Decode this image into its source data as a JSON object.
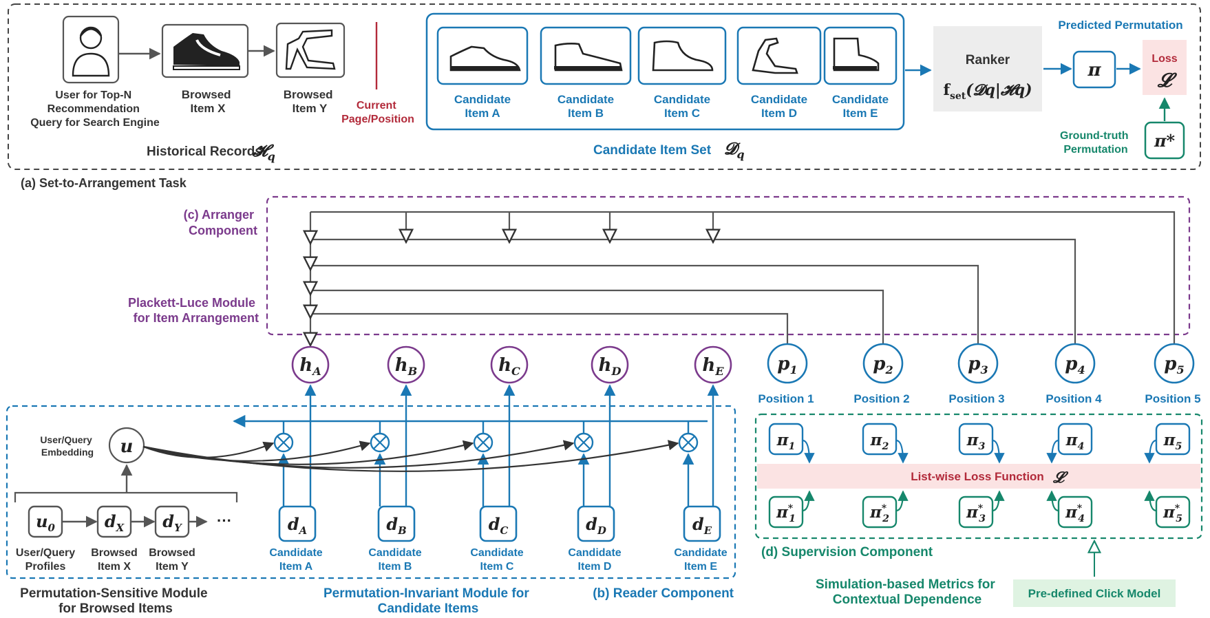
{
  "colors": {
    "gray": "#555555",
    "dark": "#333333",
    "blue": "#1a78b4",
    "purple": "#7b3a8c",
    "red": "#b22a3a",
    "green": "#16876b",
    "loss_bg": "#fbe3e3",
    "ranker_bg": "#ededed",
    "click_bg": "#dff3e2"
  },
  "top": {
    "user_caption": [
      "User for Top-N",
      "Recommendation",
      "Query for Search Engine"
    ],
    "browsed_x": [
      "Browsed",
      "Item X"
    ],
    "browsed_y": [
      "Browsed",
      "Item Y"
    ],
    "current": [
      "Current",
      "Page/Position"
    ],
    "candidates": [
      [
        "Candidate",
        "Item A"
      ],
      [
        "Candidate",
        "Item B"
      ],
      [
        "Candidate",
        "Item C"
      ],
      [
        "Candidate",
        "Item D"
      ],
      [
        "Candidate",
        "Item E"
      ]
    ],
    "historical_label": "Historical Records",
    "historical_symbol": "𝓗",
    "historical_sub": "q",
    "candidate_set_label": "Candidate Item Set",
    "candidate_set_symbol": "𝓓",
    "candidate_set_sub": "q",
    "ranker_label": "Ranker",
    "ranker_formula": "f",
    "ranker_formula_sub": "set",
    "ranker_formula_args": "(𝓓q|𝓗q)",
    "predicted_label": "Predicted Permutation",
    "pi": "π",
    "loss_label": "Loss",
    "loss_symbol": "𝓛",
    "ground_truth": [
      "Ground-truth",
      "Permutation"
    ],
    "pi_star": "π*",
    "task_caption": "(a) Set-to-Arrangement Task"
  },
  "arranger": {
    "title": [
      "(c) Arranger",
      "Component"
    ],
    "module": [
      "Plackett-Luce Module",
      "for Item Arrangement"
    ]
  },
  "hidden_nodes": [
    {
      "base": "h",
      "sub": "A"
    },
    {
      "base": "h",
      "sub": "B"
    },
    {
      "base": "h",
      "sub": "C"
    },
    {
      "base": "h",
      "sub": "D"
    },
    {
      "base": "h",
      "sub": "E"
    }
  ],
  "position_nodes": [
    {
      "base": "p",
      "sub": "1",
      "label": "Position 1"
    },
    {
      "base": "p",
      "sub": "2",
      "label": "Position 2"
    },
    {
      "base": "p",
      "sub": "3",
      "label": "Position 3"
    },
    {
      "base": "p",
      "sub": "4",
      "label": "Position 4"
    },
    {
      "base": "p",
      "sub": "5",
      "label": "Position 5"
    }
  ],
  "reader": {
    "user_embedding": [
      "User/Query",
      "Embedding"
    ],
    "u": "u",
    "seq": [
      {
        "base": "u",
        "sub": "0",
        "label": [
          "User/Query",
          "Profiles"
        ]
      },
      {
        "base": "d",
        "sub": "X",
        "label": [
          "Browsed",
          "Item X"
        ]
      },
      {
        "base": "d",
        "sub": "Y",
        "label": [
          "Browsed",
          "Item Y"
        ]
      }
    ],
    "ellipsis": "···",
    "cand": [
      {
        "base": "d",
        "sub": "A",
        "label": [
          "Candidate",
          "Item A"
        ]
      },
      {
        "base": "d",
        "sub": "B",
        "label": [
          "Candidate",
          "Item B"
        ]
      },
      {
        "base": "d",
        "sub": "C",
        "label": [
          "Candidate",
          "Item C"
        ]
      },
      {
        "base": "d",
        "sub": "D",
        "label": [
          "Candidate",
          "Item D"
        ]
      },
      {
        "base": "d",
        "sub": "E",
        "label": [
          "Candidate",
          "Item E"
        ]
      }
    ],
    "sensitive": [
      "Permutation-Sensitive Module",
      "for Browsed Items"
    ],
    "invariant": [
      "Permutation-Invariant Module for",
      "Candidate Items"
    ],
    "reader_title": "(b) Reader Component"
  },
  "supervision": {
    "pred": [
      "π1",
      "π2",
      "π3",
      "π4",
      "π5"
    ],
    "gt": [
      "π*1",
      "π*2",
      "π*3",
      "π*4",
      "π*5"
    ],
    "listwise": "List-wise Loss Function",
    "loss_symbol": "𝓛",
    "title": "(d) Supervision Component",
    "simulation": [
      "Simulation-based Metrics for",
      "Contextual Dependence"
    ],
    "click_model": "Pre-defined Click Model"
  }
}
